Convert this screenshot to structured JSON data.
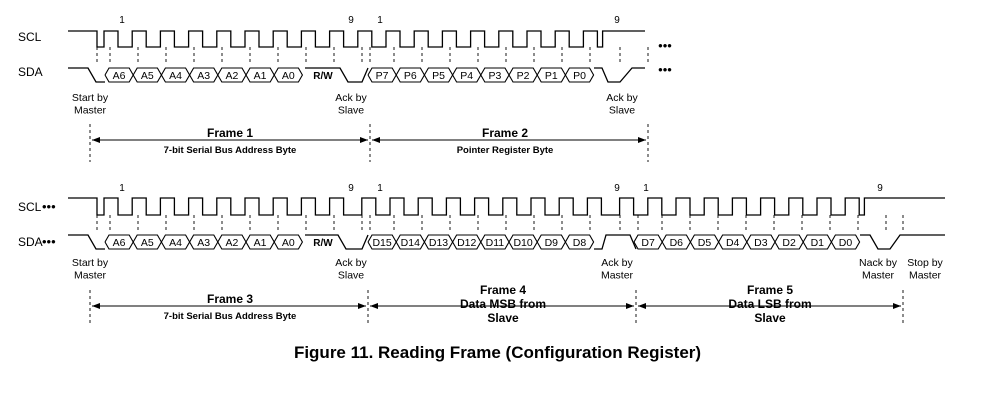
{
  "caption": "Figure 11.  Reading Frame (Configuration Register)",
  "signals": {
    "scl": "SCL",
    "sda": "SDA",
    "continuation": "•••"
  },
  "section1": {
    "clock_marks": [
      "1",
      "9",
      "1",
      "9"
    ],
    "address_bits": [
      "A6",
      "A5",
      "A4",
      "A3",
      "A2",
      "A1",
      "A0"
    ],
    "rw_bit": "R/W",
    "pointer_bits": [
      "P7",
      "P6",
      "P5",
      "P4",
      "P3",
      "P2",
      "P1",
      "P0"
    ],
    "notes": {
      "start": [
        "Start by",
        "Master"
      ],
      "ack1": [
        "Ack by",
        "Slave"
      ],
      "ack2": [
        "Ack by",
        "Slave"
      ]
    },
    "frames": [
      {
        "title": [
          "Frame 1"
        ],
        "subtitle": "7-bit Serial Bus Address Byte"
      },
      {
        "title": [
          "Frame 2"
        ],
        "subtitle": "Pointer Register Byte"
      }
    ]
  },
  "section2": {
    "clock_marks": [
      "1",
      "9",
      "1",
      "9",
      "1",
      "9"
    ],
    "address_bits": [
      "A6",
      "A5",
      "A4",
      "A3",
      "A2",
      "A1",
      "A0"
    ],
    "rw_bit": "R/W",
    "msb_bits": [
      "D15",
      "D14",
      "D13",
      "D12",
      "D11",
      "D10",
      "D9",
      "D8"
    ],
    "lsb_bits": [
      "D7",
      "D6",
      "D5",
      "D4",
      "D3",
      "D2",
      "D1",
      "D0"
    ],
    "notes": {
      "start": [
        "Start by",
        "Master"
      ],
      "ack1": [
        "Ack by",
        "Slave"
      ],
      "ack2": [
        "Ack by",
        "Master"
      ],
      "nack": [
        "Nack by",
        "Master"
      ],
      "stop": [
        "Stop by",
        "Master"
      ]
    },
    "frames": [
      {
        "title": [
          "Frame 3"
        ],
        "subtitle": "7-bit Serial Bus Address Byte"
      },
      {
        "title": [
          "Frame 4",
          "Data MSB from",
          "Slave"
        ],
        "subtitle": ""
      },
      {
        "title": [
          "Frame 5",
          "Data LSB from",
          "Slave"
        ],
        "subtitle": ""
      }
    ]
  }
}
